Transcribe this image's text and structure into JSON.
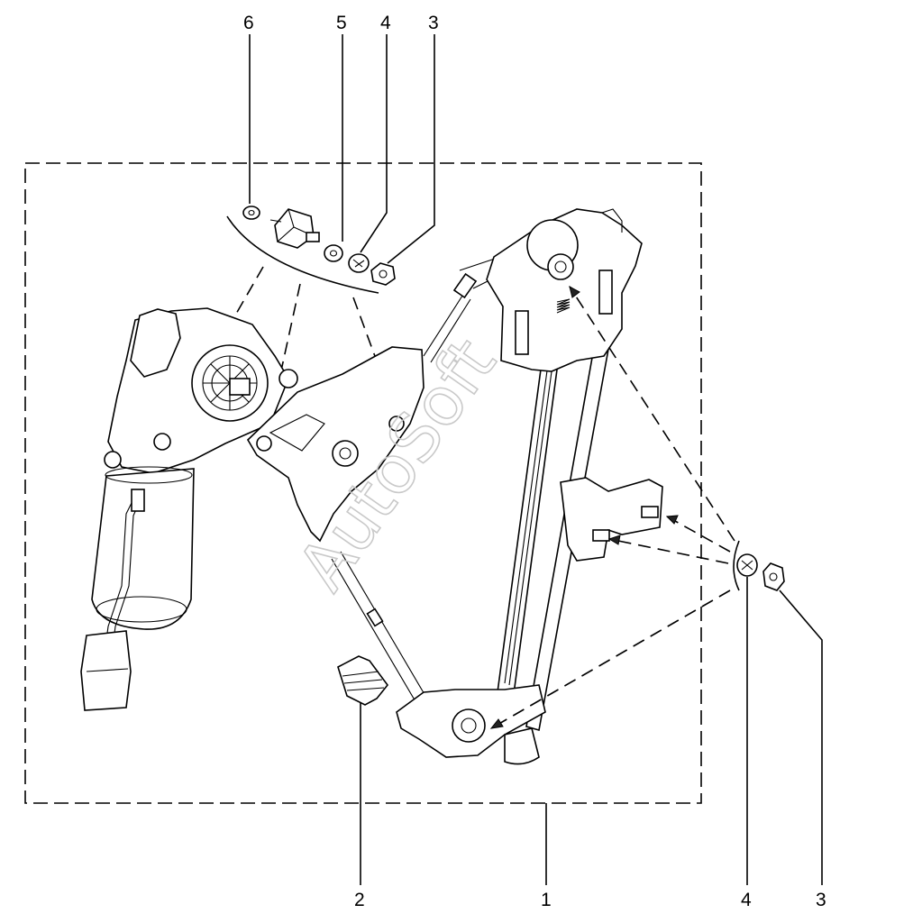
{
  "diagram": {
    "callouts": [
      {
        "key": "c6_top",
        "text": "6"
      },
      {
        "key": "c5_top",
        "text": "5"
      },
      {
        "key": "c4_top",
        "text": "4"
      },
      {
        "key": "c3_top",
        "text": "3"
      },
      {
        "key": "c2_bottom",
        "text": "2"
      },
      {
        "key": "c1_bottom",
        "text": "1"
      },
      {
        "key": "c4_bottom",
        "text": "4"
      },
      {
        "key": "c3_bottom",
        "text": "3"
      }
    ],
    "watermark": "AutoSoft"
  },
  "colors": {
    "line": "#000000",
    "background": "#ffffff",
    "watermark": "#c9c9c9"
  }
}
